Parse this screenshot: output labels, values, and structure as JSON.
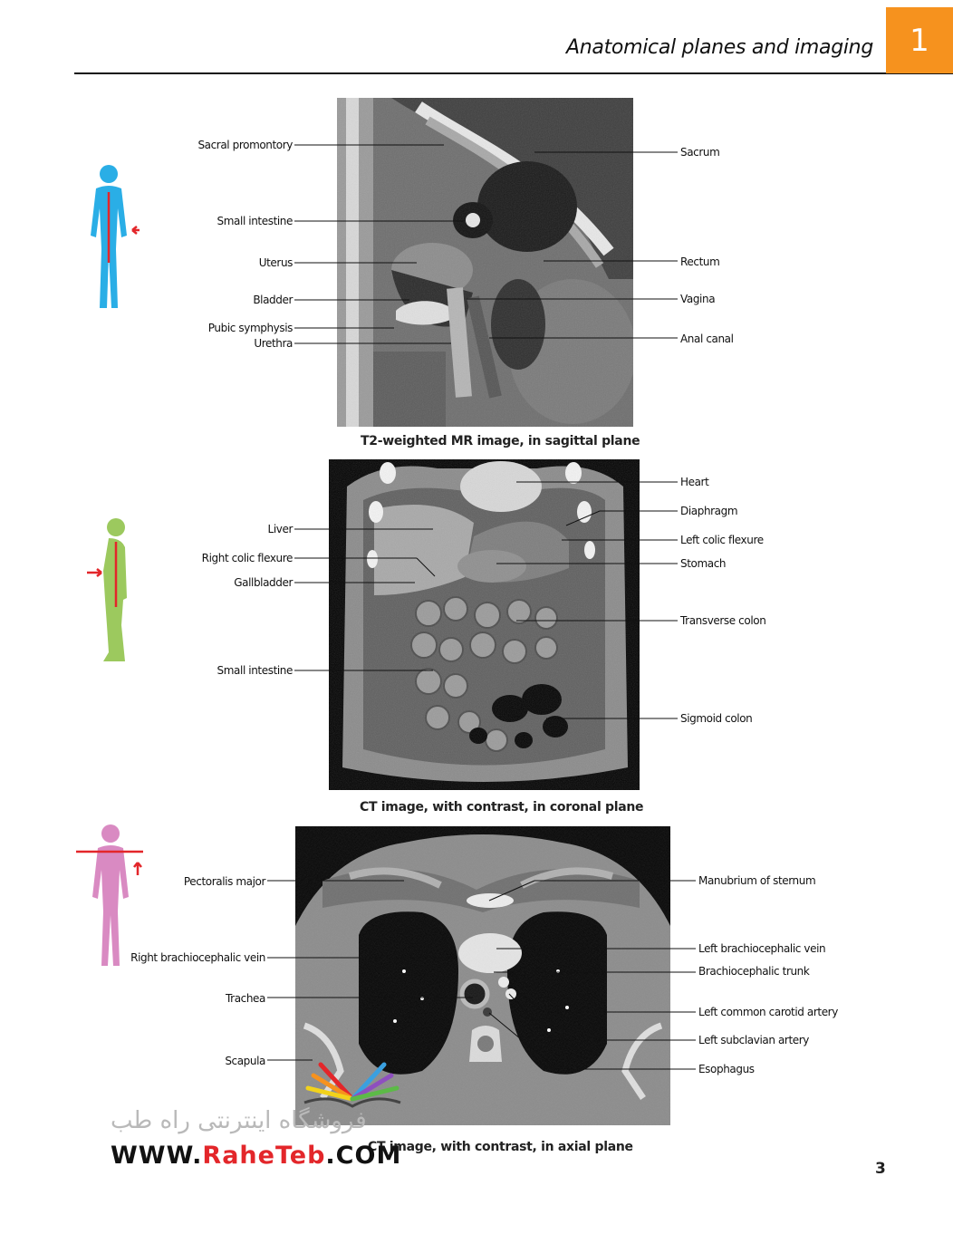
{
  "header": {
    "title": "Anatomical planes and imaging",
    "chapter": "1",
    "accent_color": "#f6921e"
  },
  "page_number": "3",
  "figures": [
    {
      "caption": "T2-weighted MR image, in sagittal plane",
      "body_icon": "human-figure-front-blue",
      "icon_color": "#2aaee6",
      "labels_left": [
        "Sacral promontory",
        "Small intestine",
        "Uterus",
        "Bladder",
        "Pubic symphysis",
        "Urethra"
      ],
      "labels_right": [
        "Sacrum",
        "Rectum",
        "Vagina",
        "Anal canal"
      ]
    },
    {
      "caption": "CT image, with contrast, in coronal plane",
      "body_icon": "human-figure-side-green",
      "icon_color": "#9cc95e",
      "labels_left": [
        "Liver",
        "Right colic flexure",
        "Gallbladder",
        "Small intestine"
      ],
      "labels_right": [
        "Heart",
        "Diaphragm",
        "Left colic flexure",
        "Stomach",
        "Transverse colon",
        "Sigmoid colon"
      ]
    },
    {
      "caption": "CT image, with contrast, in axial plane",
      "body_icon": "human-figure-front-pink",
      "icon_color": "#d98ac2",
      "labels_left": [
        "Pectoralis major",
        "Right brachiocephalic vein",
        "Trachea",
        "Scapula"
      ],
      "labels_right": [
        "Manubrium of sternum",
        "Left brachiocephalic vein",
        "Brachiocephalic trunk",
        "Left common carotid artery",
        "Left subclavian artery",
        "Esophagus"
      ]
    }
  ],
  "watermark": {
    "persian_text": "فروشگاه اینترنتی راه طب",
    "url_prefix": "WWW.",
    "url_brand": "RaheTeb",
    "url_suffix": ".COM",
    "brand_color": "#e3262a",
    "logo_icon": "open-book-rainbow-icon"
  }
}
